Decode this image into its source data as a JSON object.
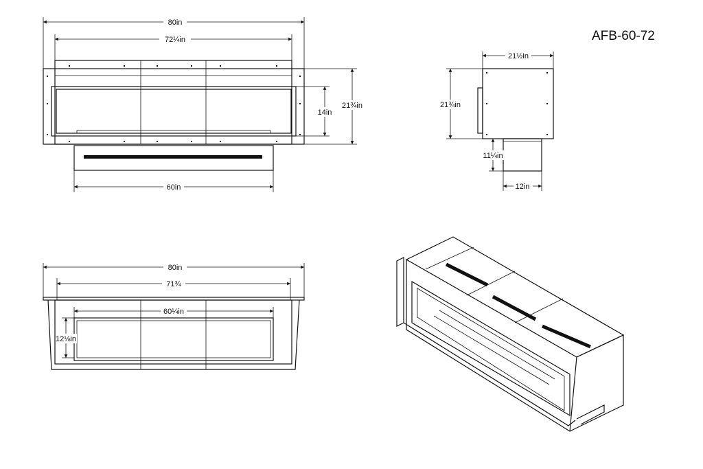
{
  "model": "AFB-60-72",
  "front_view": {
    "overall_width": "80in",
    "opening_width": "72¼in",
    "height": "21¾in",
    "opening_height": "14in",
    "base_width": "60in"
  },
  "side_view": {
    "depth": "21½in",
    "height": "21¾in",
    "base_height": "11¼in",
    "base_depth": "12in"
  },
  "top_view": {
    "overall_width": "80in",
    "inner_width": "71¾",
    "opening_width": "60¼in",
    "opening_depth": "12⅛in"
  }
}
